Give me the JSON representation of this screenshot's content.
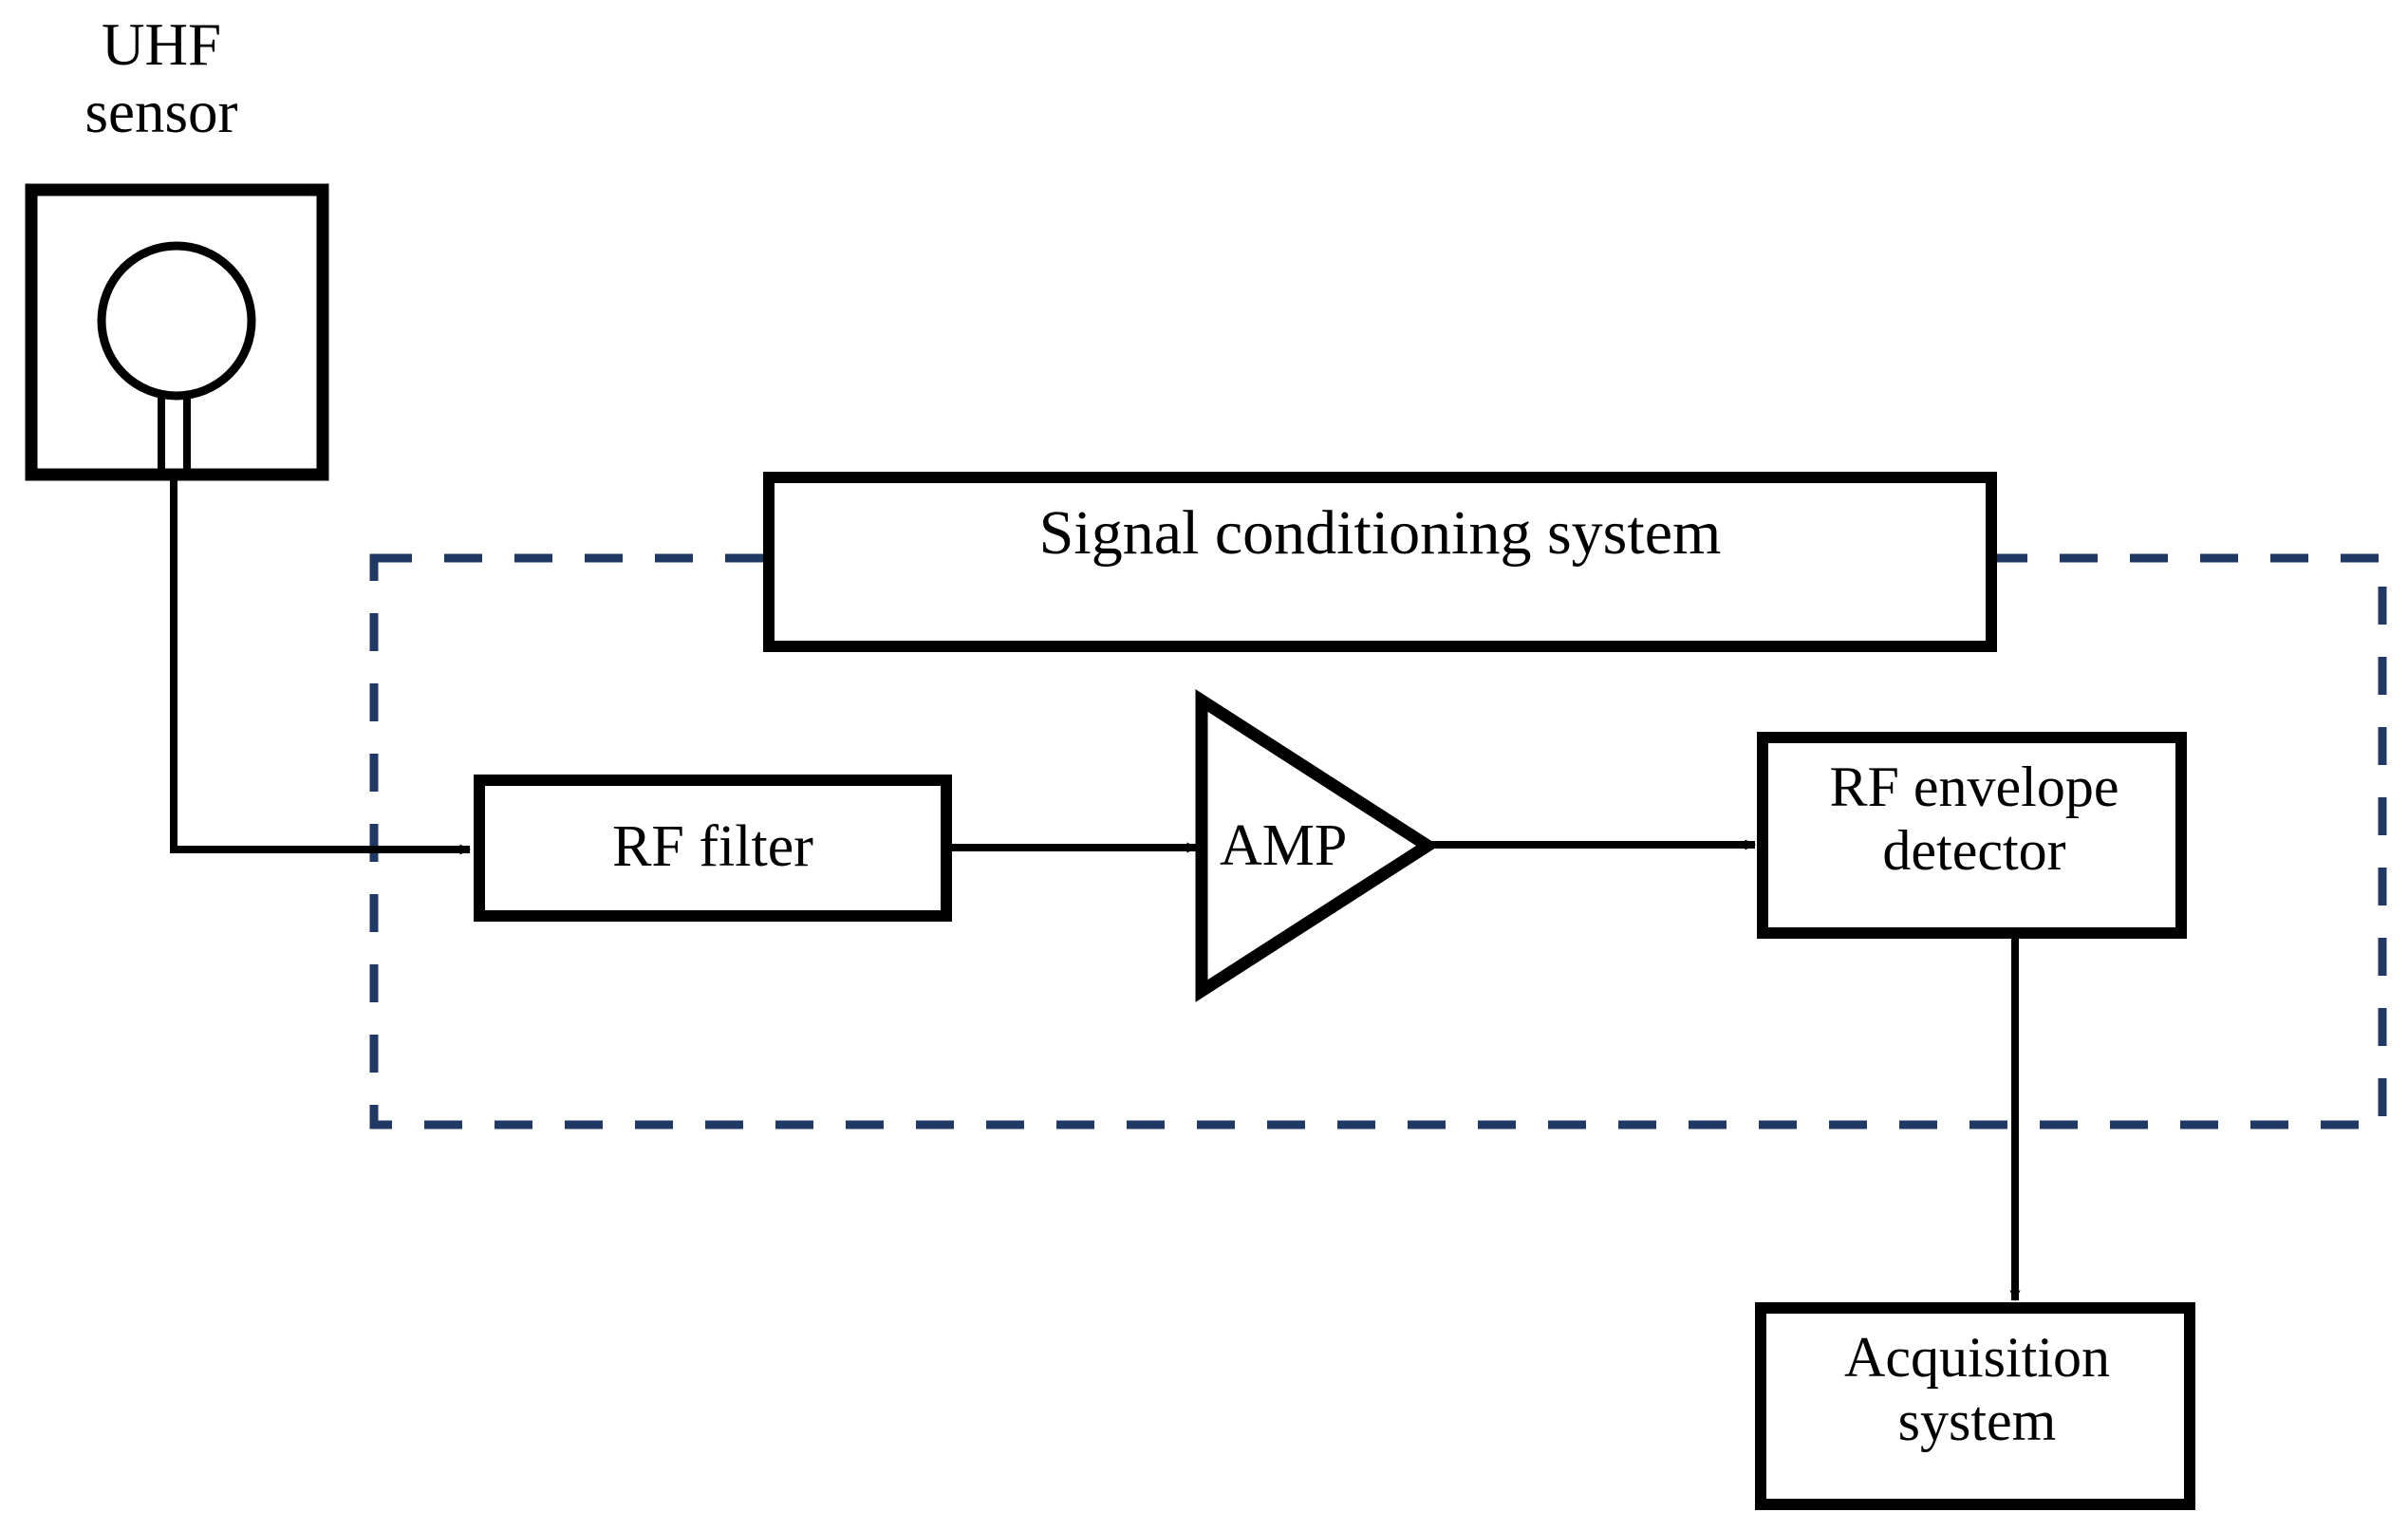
{
  "diagram": {
    "title": "UHF sensor signal conditioning and acquisition block diagram",
    "type": "block-diagram",
    "colors": {
      "stroke": "#000000",
      "dashed_group_border": "#1F3864",
      "background": "#FFFFFF"
    },
    "nodes": {
      "uhf_sensor": {
        "label": "UHF\nsensor",
        "shape": "square-with-monopole-antenna",
        "icon": "antenna-circle-icon"
      },
      "signal_conditioning": {
        "label": "Signal conditioning system",
        "shape": "rectangle"
      },
      "rf_filter": {
        "label": "RF filter",
        "shape": "rectangle"
      },
      "amp": {
        "label": "AMP",
        "shape": "triangle-amplifier"
      },
      "rf_envelope_detector": {
        "label": "RF envelope\ndetector",
        "shape": "rectangle"
      },
      "acquisition_system": {
        "label": "Acquisition\nsystem",
        "shape": "rectangle"
      }
    },
    "group": {
      "name": "signal-conditioning-group",
      "style": "dashed",
      "color": "#1F3864"
    },
    "edges": [
      {
        "from": "uhf_sensor",
        "to": "rf_filter",
        "arrow": true
      },
      {
        "from": "rf_filter",
        "to": "amp",
        "arrow": true
      },
      {
        "from": "amp",
        "to": "rf_envelope_detector",
        "arrow": true
      },
      {
        "from": "rf_envelope_detector",
        "to": "acquisition_system",
        "arrow": true
      }
    ]
  }
}
